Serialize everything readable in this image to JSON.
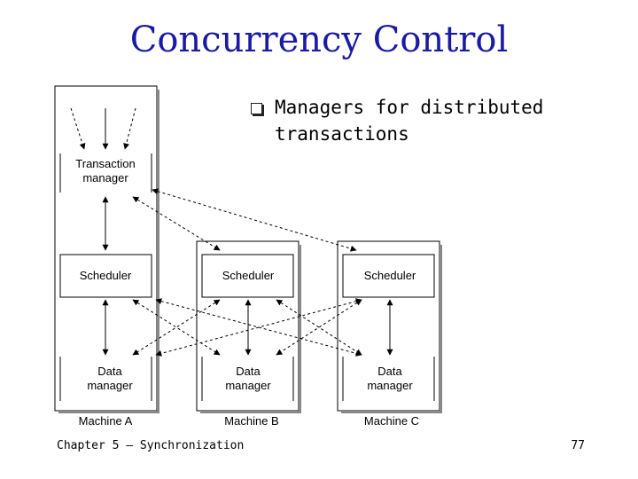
{
  "title": "Concurrency Control",
  "bullet": {
    "lines": [
      "Managers for distributed",
      "transactions"
    ]
  },
  "diagram": {
    "transaction_manager": [
      "Transaction",
      "manager"
    ],
    "machines": [
      {
        "name": "Machine A",
        "scheduler": "Scheduler",
        "data_manager": [
          "Data",
          "manager"
        ]
      },
      {
        "name": "Machine B",
        "scheduler": "Scheduler",
        "data_manager": [
          "Data",
          "manager"
        ]
      },
      {
        "name": "Machine C",
        "scheduler": "Scheduler",
        "data_manager": [
          "Data",
          "manager"
        ]
      }
    ]
  },
  "footer": {
    "left": "Chapter 5 — Synchronization",
    "page": "77"
  }
}
